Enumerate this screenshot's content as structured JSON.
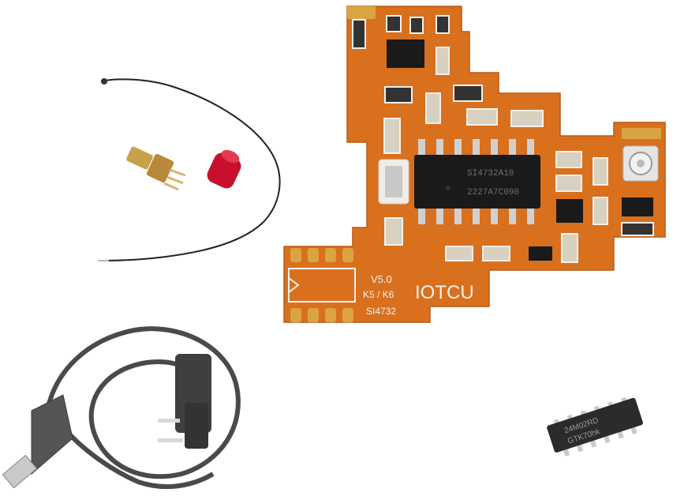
{
  "pcb": {
    "version": "V5.0",
    "model": "K5 / K6",
    "brand": "IOTCU",
    "chip_name": "SI4732",
    "ic_marking_line1": "SI4732A10",
    "ic_marking_line2": "2227A7C090"
  },
  "eeprom": {
    "marking_line1": "24M02RD",
    "marking_line2": "GTK70hk"
  },
  "colors": {
    "pcb_orange": "#d9701e",
    "silkscreen": "#f4f1ea",
    "gold_pads": "#d9a441",
    "cable_gray": "#4a4a4a",
    "antenna_cap_red": "#c8102e"
  }
}
